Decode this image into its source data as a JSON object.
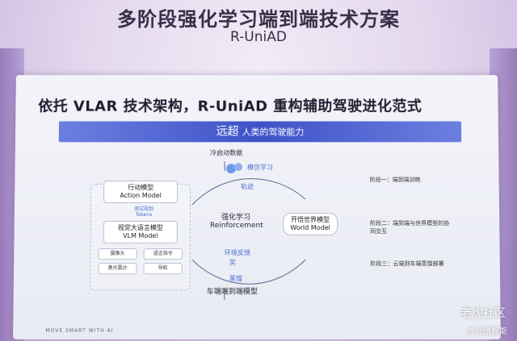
{
  "header": {
    "title": "多阶段强化学习端到端技术方案",
    "subtitle": "R-UniAD"
  },
  "slide": {
    "title": "依托 VLAR 技术架构，R-UniAD 重构辅助驾驶进化范式",
    "banner_main": "远超",
    "banner_sub": "人类的驾驶能力",
    "diagram": {
      "cold_start": "冷启动数据",
      "imitation": "模仿学习",
      "trajectory": "轨迹",
      "rl_cn": "强化学习",
      "rl_en": "Reinforcement",
      "env_feedback": "环境反馈",
      "reward": "奖",
      "distill": "蒸馏",
      "bottom": "车端端到端模型",
      "action_cn": "行动模型",
      "action_en": "Action Model",
      "mid1": "测试规划",
      "mid2": "Tokens",
      "vlm_cn": "视觉大语言模型",
      "vlm_en": "VLM Model",
      "chip_camera": "摄像头",
      "chip_lang": "语言指令",
      "chip_lidar": "激光雷达",
      "chip_nav": "导航",
      "world_cn": "开悟世界模型",
      "world_en": "World Model",
      "stage1": "阶段一：端到端训练",
      "stage2": "阶段二：端到端与世界模型的协同交互",
      "stage3": "阶段三：云端到车端蒸馏部署"
    },
    "footer": "MOVE SMART WITH AI"
  },
  "watermark": {
    "line1": "老虎社区",
    "line2": "@光锥智能"
  }
}
